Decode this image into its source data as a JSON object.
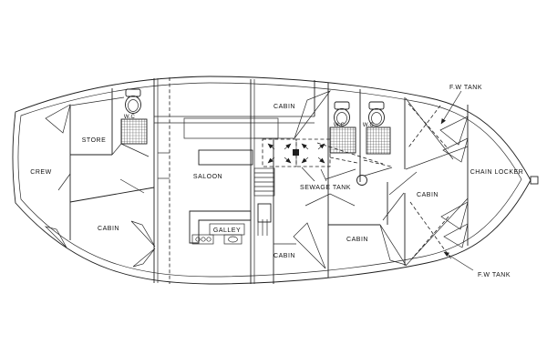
{
  "diagram": {
    "type_hint": "boat accommodation deck plan",
    "line_color": "#1f1f1f",
    "background": "#ffffff",
    "labels": {
      "crew": "CREW",
      "store": "STORE",
      "wc_aft": "W.C",
      "wc_port_fwd": "W.C",
      "wc_stbd_fwd": "W.C",
      "saloon": "SALOON",
      "galley": "GALLEY",
      "cabin_fwd_top": "CABIN",
      "cabin_aft_port": "CABIN",
      "cabin_mid_port": "CABIN",
      "cabin_mid_stbd": "CABIN",
      "cabin_fwd": "CABIN",
      "sewage_tank": "SEWAGE TANK",
      "chain_locker": "CHAIN LOCKER",
      "fw_tank_fwd": "F.W TANK",
      "fw_tank_aft": "F.W TANK"
    }
  }
}
